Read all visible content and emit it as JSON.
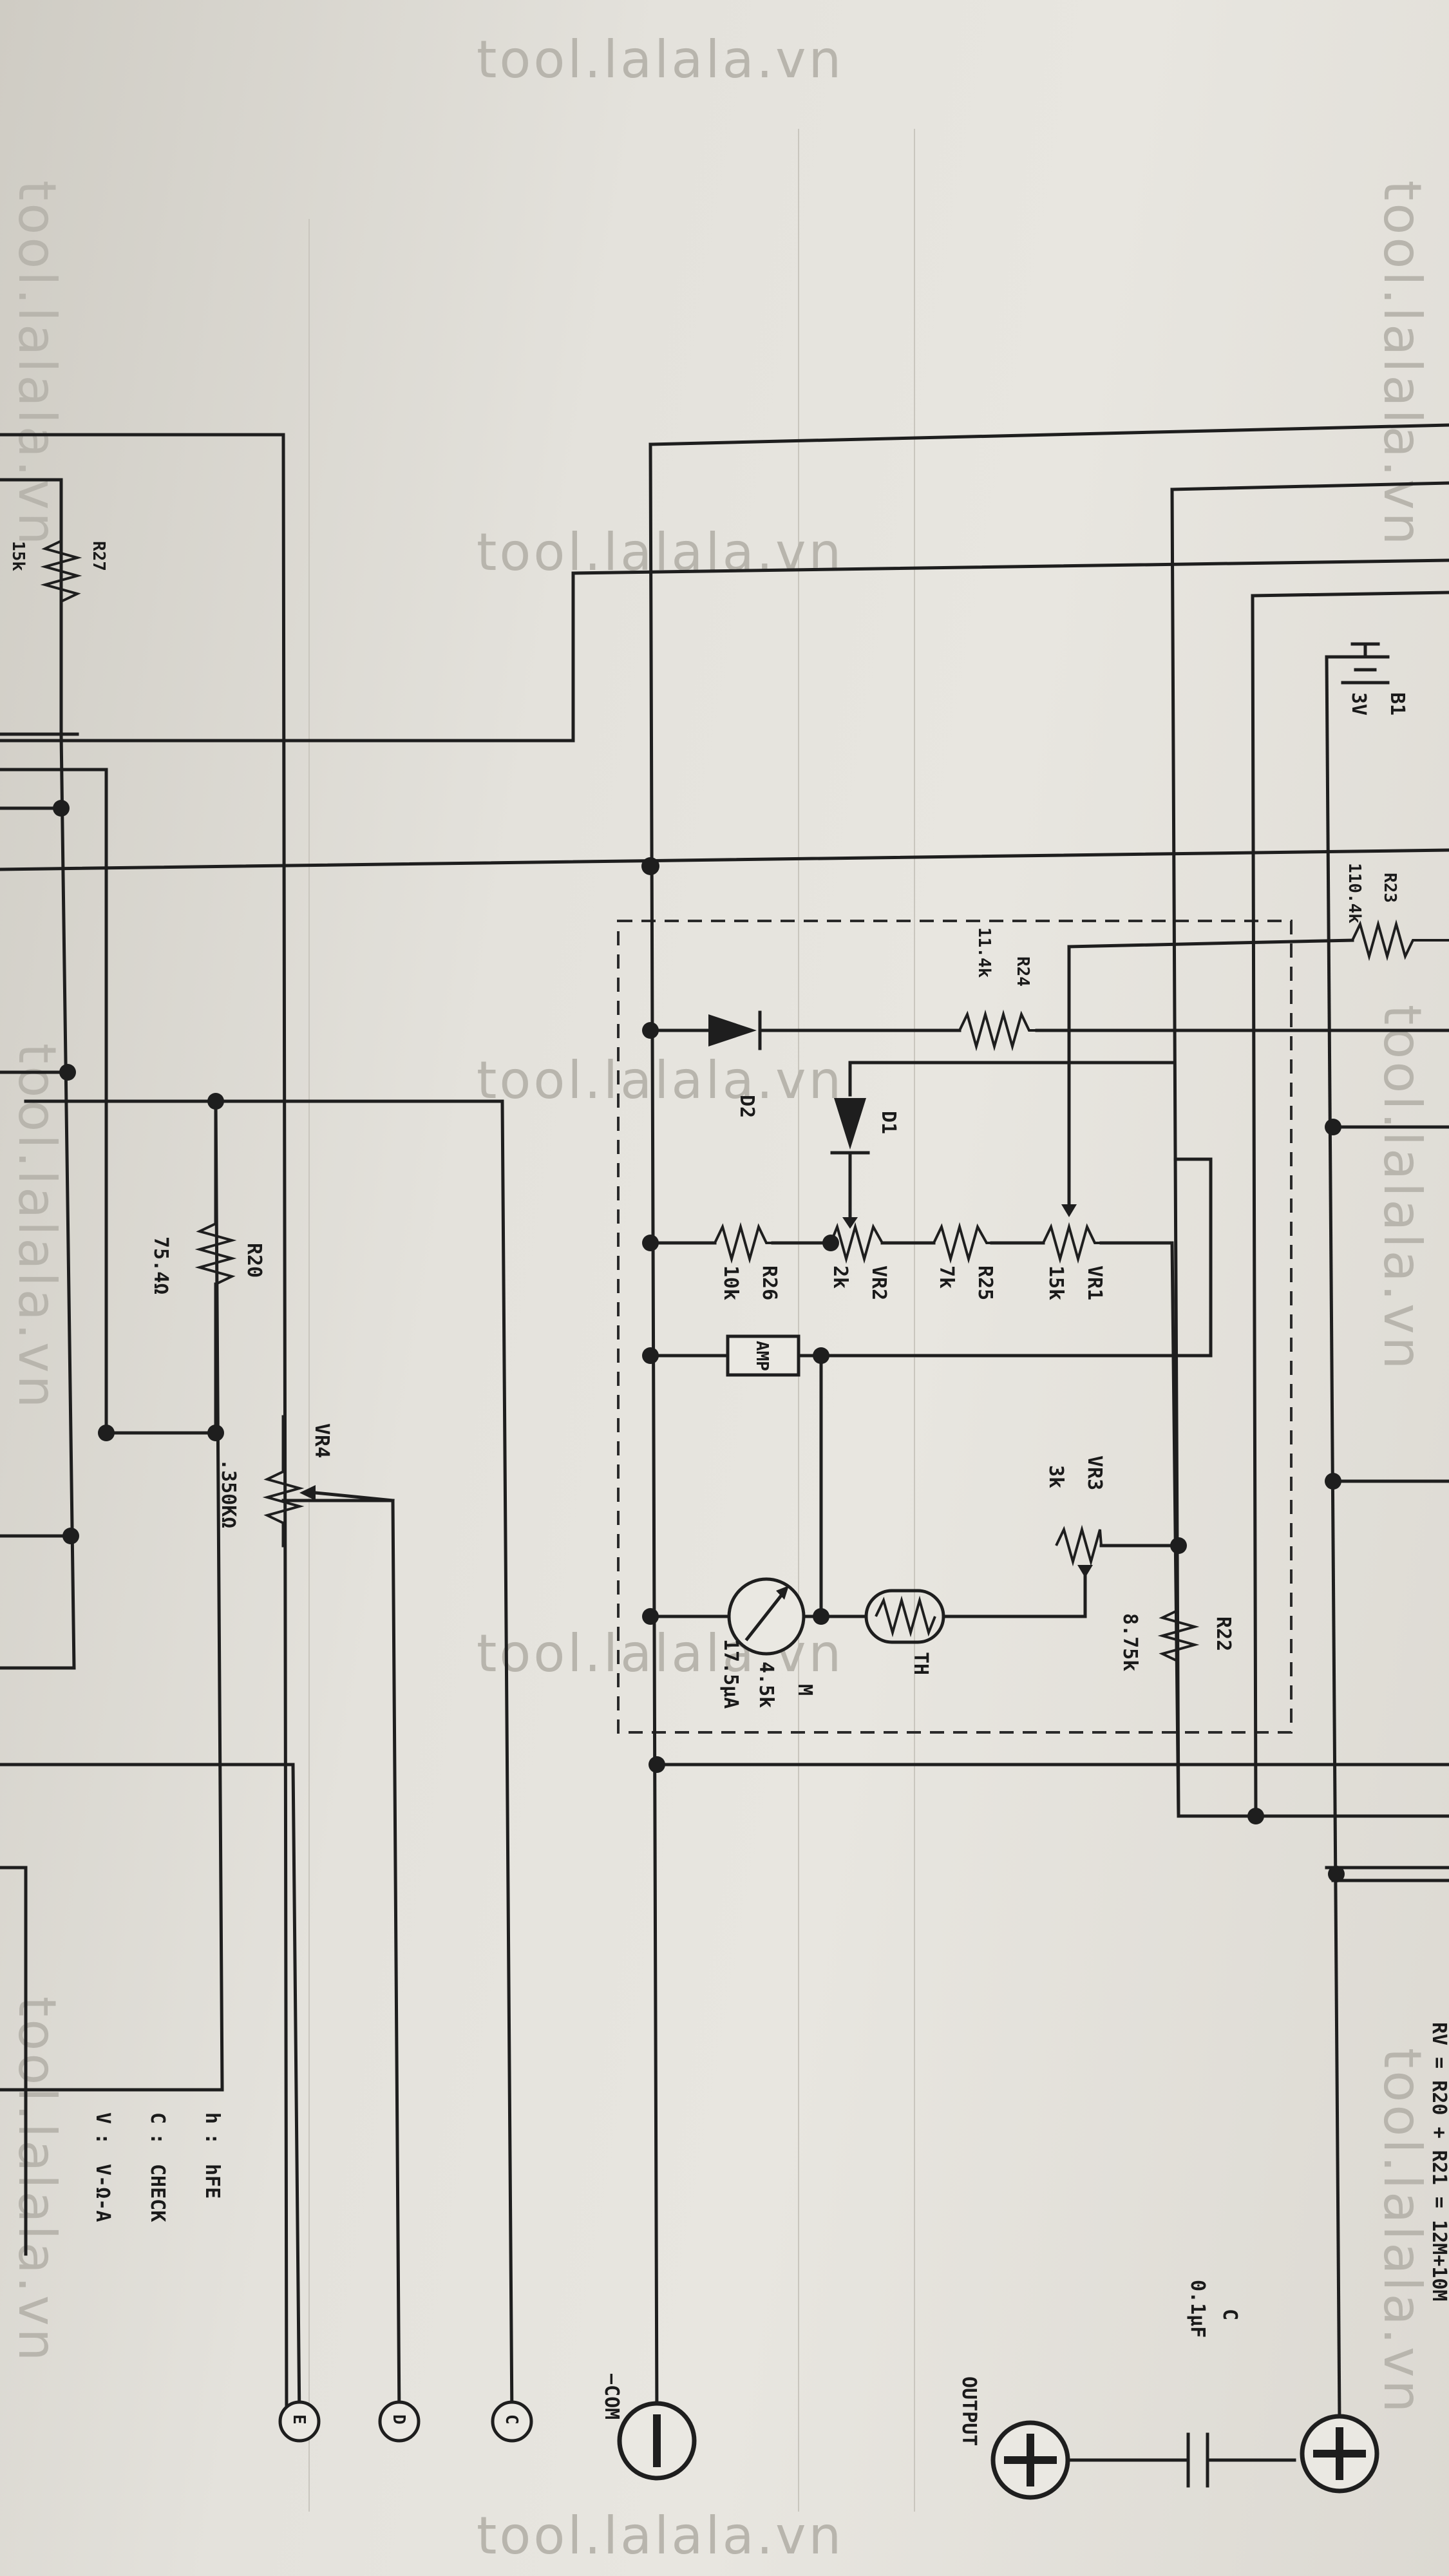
{
  "watermark": "tool.lalala.vn",
  "components": {
    "R27": {
      "name": "R27",
      "value": "15k"
    },
    "B1": {
      "name": "B1",
      "value": "3V"
    },
    "R23": {
      "name": "R23",
      "value": "110.4k"
    },
    "R24": {
      "name": "R24",
      "value": "11.4k"
    },
    "D1": {
      "name": "D1"
    },
    "D2": {
      "name": "D2"
    },
    "R20": {
      "name": "R20",
      "value": "75.4Ω"
    },
    "R26": {
      "name": "R26",
      "value": "10k"
    },
    "VR2": {
      "name": "VR2",
      "value": "2k"
    },
    "R25": {
      "name": "R25",
      "value": "7k"
    },
    "VR1": {
      "name": "VR1",
      "value": "15k"
    },
    "AMP": {
      "name": "AMP"
    },
    "VR4": {
      "name": "VR4",
      "value": ".350KΩ"
    },
    "VR3": {
      "name": "VR3",
      "value": "3k"
    },
    "R22": {
      "name": "R22",
      "value": "8.75k"
    },
    "TH": {
      "name": "TH"
    },
    "M": {
      "name": "M",
      "value1": "4.5k",
      "value2": "17.5μA"
    },
    "C": {
      "name": "C",
      "value": "0.1μF"
    }
  },
  "legend": {
    "h": {
      "key": "h",
      "sep": ":",
      "text": "hFE"
    },
    "c": {
      "key": "C",
      "sep": ":",
      "text": "CHECK"
    },
    "v": {
      "key": "V",
      "sep": ":",
      "text": "V-Ω-A"
    }
  },
  "equation": "RV = R20 + R21 = 12M+10M",
  "terminals": {
    "E": {
      "label": "E"
    },
    "D": {
      "label": "D"
    },
    "C": {
      "label": "C"
    },
    "minus_com": {
      "label": "−COM"
    },
    "plus_output": {
      "label": "OUTPUT"
    }
  }
}
